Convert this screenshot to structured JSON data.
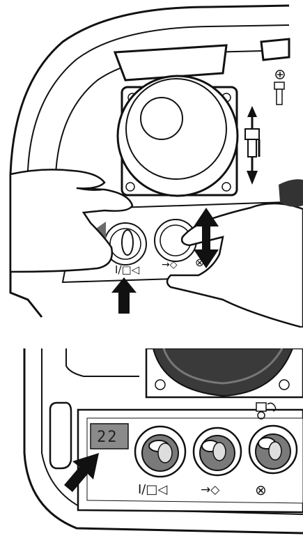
{
  "figure": {
    "top_panel": {
      "symbols": {
        "switch_label": "I/□◁",
        "arrow_label": "→◇",
        "crossed_label": "⊗",
        "plus_label": "⊕"
      }
    },
    "bottom_panel": {
      "display_value": "22",
      "symbols": {
        "switch_label": "I/□◁",
        "arrow_label": "→◇",
        "crossed_label": "⊗"
      }
    }
  }
}
